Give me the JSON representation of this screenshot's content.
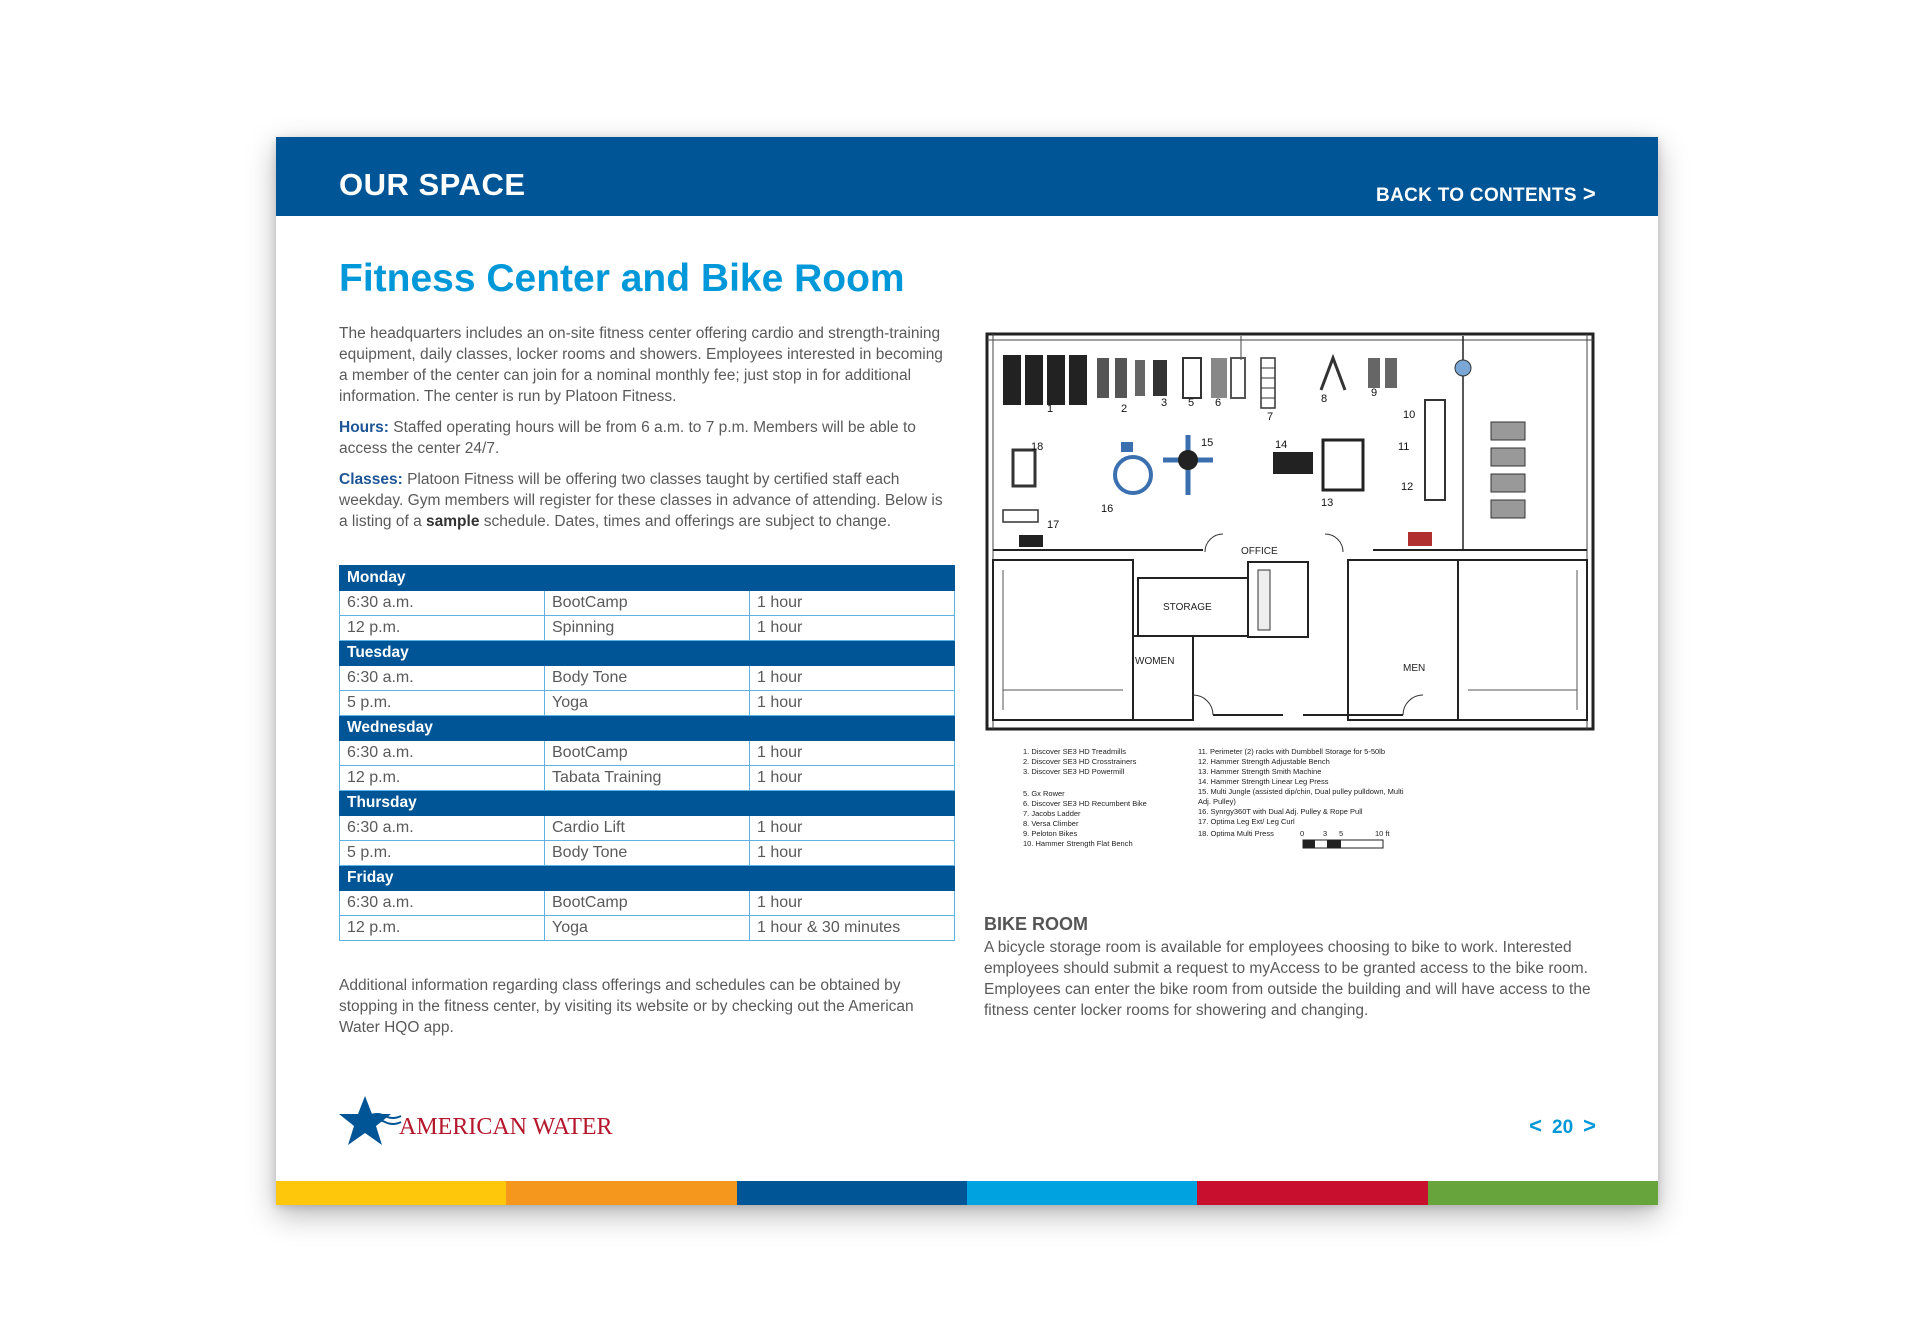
{
  "header": {
    "section_title": "OUR SPACE",
    "back_link": "BACK TO CONTENTS",
    "back_arrow": ">"
  },
  "page_title": "Fitness Center and Bike Room",
  "intro": "The headquarters includes an on-site fitness center offering cardio and strength-training equipment, daily classes, locker rooms and showers. Employees interested in becoming a member of the center can join for a nominal monthly fee; just stop in for additional information. The center is run by Platoon Fitness.",
  "hours": {
    "label": "Hours:",
    "text": " Staffed operating hours will be from 6 a.m. to 7 p.m. Members will be able to access the center 24/7."
  },
  "classes": {
    "label": "Classes:",
    "text_before": " Platoon Fitness will be offering two classes taught by certified staff each weekday. Gym members will register for these classes in advance of attending. Below is a listing of a ",
    "bold_word": "sample",
    "text_after": " schedule. Dates, times and offerings are subject to change."
  },
  "schedule": [
    {
      "day": "Monday",
      "rows": [
        {
          "time": "6:30 a.m.",
          "class": "BootCamp",
          "duration": "1 hour"
        },
        {
          "time": "12 p.m.",
          "class": "Spinning",
          "duration": "1 hour"
        }
      ]
    },
    {
      "day": "Tuesday",
      "rows": [
        {
          "time": "6:30 a.m.",
          "class": "Body Tone",
          "duration": "1 hour"
        },
        {
          "time": "5 p.m.",
          "class": "Yoga",
          "duration": "1 hour"
        }
      ]
    },
    {
      "day": "Wednesday",
      "rows": [
        {
          "time": "6:30 a.m.",
          "class": "BootCamp",
          "duration": "1 hour"
        },
        {
          "time": "12 p.m.",
          "class": "Tabata Training",
          "duration": "1 hour"
        }
      ]
    },
    {
      "day": "Thursday",
      "rows": [
        {
          "time": "6:30 a.m.",
          "class": "Cardio Lift",
          "duration": "1 hour"
        },
        {
          "time": "5 p.m.",
          "class": "Body Tone",
          "duration": "1 hour"
        }
      ]
    },
    {
      "day": "Friday",
      "rows": [
        {
          "time": "6:30 a.m.",
          "class": "BootCamp",
          "duration": "1 hour"
        },
        {
          "time": "12 p.m.",
          "class": "Yoga",
          "duration": "1 hour & 30 minutes"
        }
      ]
    }
  ],
  "closing": "Additional information regarding class offerings and schedules can be obtained by stopping in the fitness center, by visiting its website or by checking out the American Water HQO app.",
  "floorplan": {
    "rooms": {
      "office": "OFFICE",
      "storage": "STORAGE",
      "women": "WOMEN",
      "men": "MEN"
    },
    "numbers": [
      "1",
      "2",
      "3",
      "5",
      "6",
      "7",
      "8",
      "9",
      "10",
      "11",
      "12",
      "13",
      "14",
      "15",
      "16",
      "17",
      "18"
    ],
    "legend_left": [
      "1. Discover SE3 HD Treadmills",
      "2. Discover SE3 HD Crosstrainers",
      "3. Discover SE3 HD Powermill",
      "5. Gx Rower",
      "6. Discover SE3 HD Recumbent Bike",
      "7. Jacobs Ladder",
      "8. Versa Climber",
      "9. Peloton Bikes",
      "10. Hammer Strength Flat Bench"
    ],
    "legend_right": [
      "11. Perimeter (2) racks with Dumbbell Storage for 5-50lb",
      "12. Hammer Strength Adjustable Bench",
      "13. Hammer Strength Smith Machine",
      "14. Hammer Strength Linear Leg Press",
      "15. Multi Jungle (assisted dip/chin, Dual pulley pulldown, Multi",
      "Adj. Pulley)",
      "16. Synrgy360T with Dual Adj. Pulley & Rope Pull",
      "17. Optima Leg Ext/ Leg Curl",
      "18. Optima Multi Press"
    ],
    "scale_labels": [
      "0",
      "3",
      "5",
      "10 ft"
    ]
  },
  "bike_room": {
    "title": "BIKE ROOM",
    "text": "A bicycle storage room is available for employees choosing to bike to work. Interested employees should submit a request to myAccess to be granted access to the bike room. Employees can enter the bike room from outside the building and will have access to the fitness center locker rooms for showering and changing."
  },
  "logo": {
    "text": "AMERICAN WATER"
  },
  "pager": {
    "prev": "<",
    "page": "20",
    "next": ">"
  },
  "colors": {
    "brand_blue": "#005596",
    "accent_cyan": "#0098d8",
    "stripe": [
      "#fec70c",
      "#f5971d",
      "#005596",
      "#00a3e0",
      "#c8102e",
      "#67a43b"
    ]
  }
}
